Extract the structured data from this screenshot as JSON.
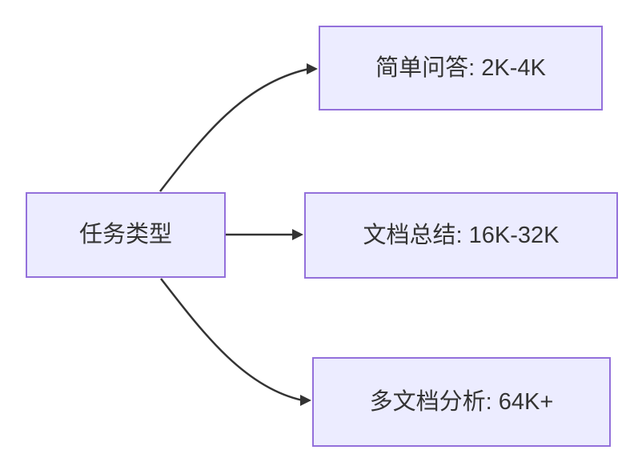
{
  "diagram": {
    "type": "flowchart-LR",
    "nodes": {
      "task_type": {
        "label": "任务类型"
      },
      "simple_qa": {
        "label": "简单问答: 2K-4K"
      },
      "doc_summary": {
        "label": "文档总结: 16K-32K"
      },
      "multi_doc": {
        "label": "多文档分析: 64K+"
      }
    },
    "edges": [
      {
        "from": "task_type",
        "to": "simple_qa"
      },
      {
        "from": "task_type",
        "to": "doc_summary"
      },
      {
        "from": "task_type",
        "to": "multi_doc"
      }
    ],
    "colors": {
      "node_fill": "#ECECFF",
      "node_border": "#9370DB",
      "edge_stroke": "#333333",
      "text": "#333333",
      "background": "#FFFFFF"
    }
  }
}
